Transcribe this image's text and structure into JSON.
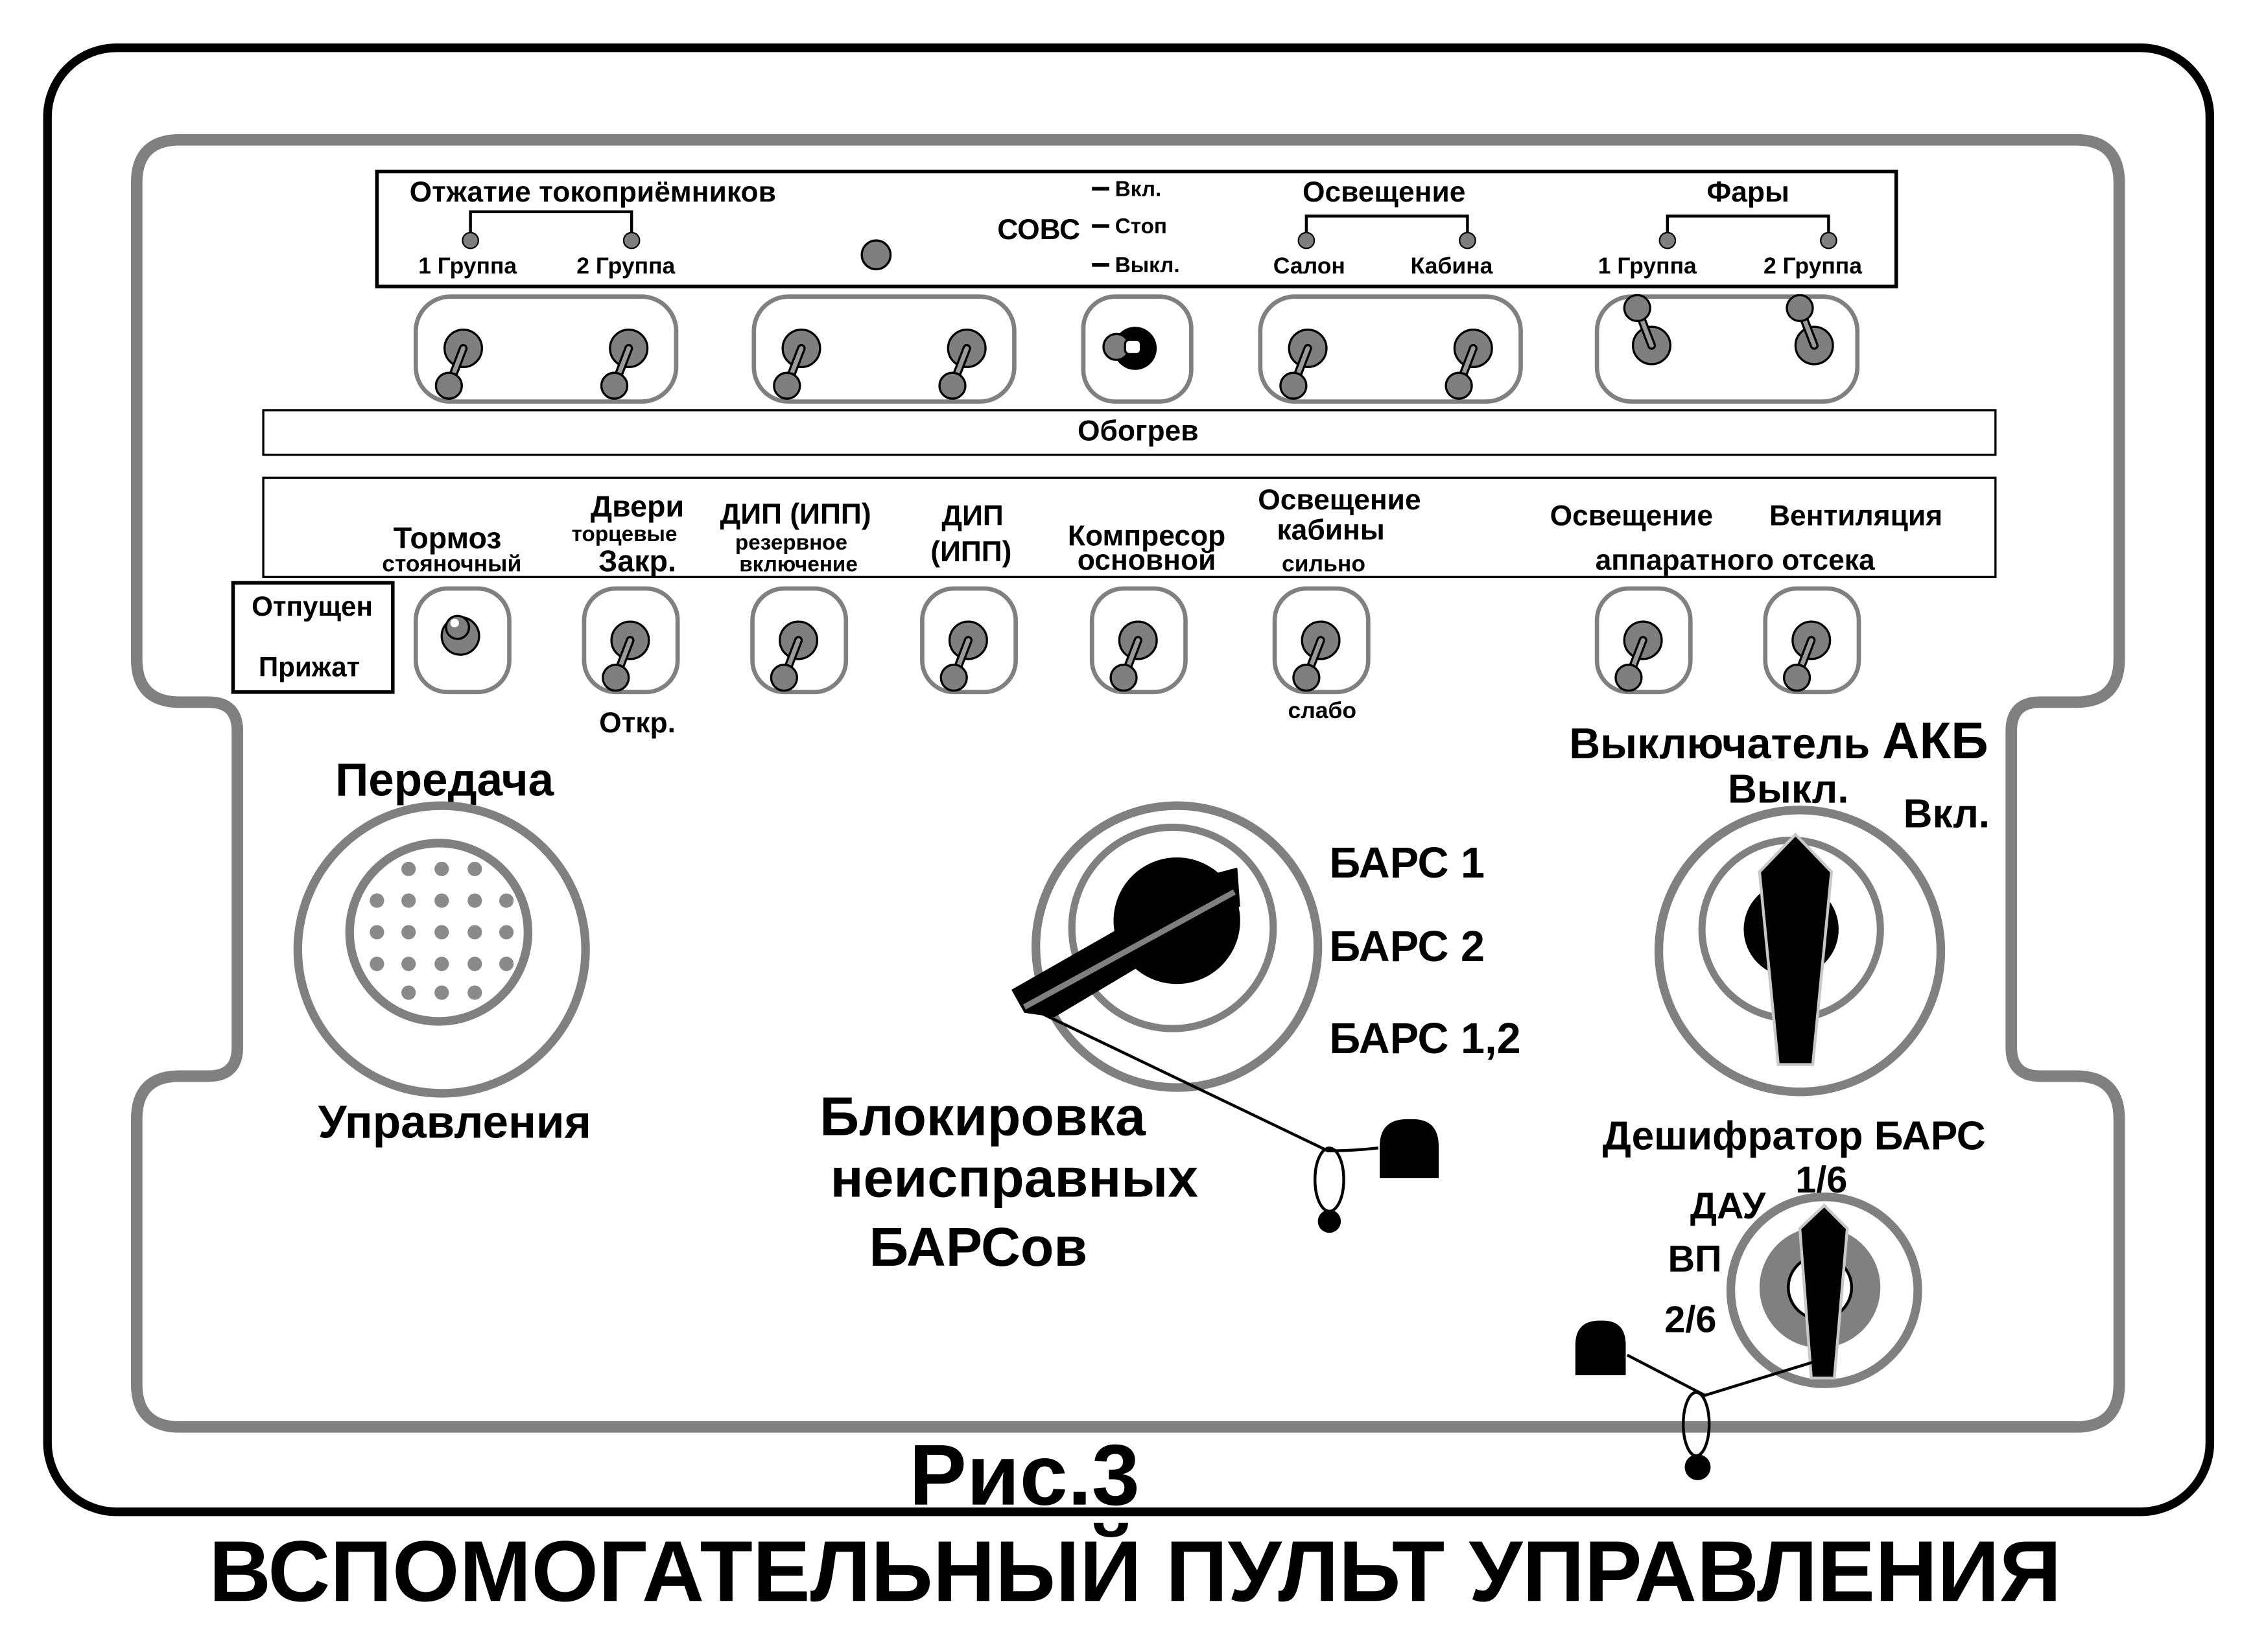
{
  "colors": {
    "outline": "#000000",
    "inner_frame": "#808080",
    "knob_grey": "#7f7f7f",
    "plate": "#ffffff",
    "black": "#000000"
  },
  "top_panel": {
    "pantograph_title": "Отжатие токоприёмников",
    "pantograph_group1": "1 Группа",
    "pantograph_group2": "2 Группа",
    "sovs_label": "СОВС",
    "sovs_on": "Вкл.",
    "sovs_stop": "Стоп",
    "sovs_off": "Выкл.",
    "lighting_title": "Освещение",
    "lighting_salon": "Салон",
    "lighting_cabin": "Кабина",
    "headlights_title": "Фары",
    "headlights_group1": "1 Группа",
    "headlights_group2": "2 Группа"
  },
  "heating_bar": "Обогрев",
  "lower_panel": {
    "brake_main": "Тормоз",
    "brake_sub": "стояночный",
    "doors_main": "Двери",
    "doors_sub": "торцевые",
    "doors_closed": "Закр.",
    "dip_reserve_main": "ДИП (ИПП)",
    "dip_reserve_sub1": "резервное",
    "dip_reserve_sub2": "включение",
    "dip_line1": "ДИП",
    "dip_line2": "(ИПП)",
    "compressor_line1": "Компресор",
    "compressor_line2": "основной",
    "cabin_light_line1": "Освещение",
    "cabin_light_line2": "кабины",
    "cabin_light_strong": "сильно",
    "compartment_light": "Освещение",
    "ventilation": "Вентиляция",
    "compartment_label": "аппаратного отсека",
    "released": "Отпущен",
    "pressed": "Прижат",
    "doors_open": "Откр.",
    "weak": "слабо"
  },
  "transmission": {
    "title": "Передача",
    "subtitle": "Управления"
  },
  "bars_switch": {
    "pos1": "БАРС 1",
    "pos2": "БАРС 2",
    "pos12": "БАРС 1,2",
    "caption_line1": "Блокировка",
    "caption_line2": "неисправных",
    "caption_line3": "БАРСов"
  },
  "battery_switch": {
    "title_prefix": "Выключатель ",
    "title_akb": "АКБ",
    "off": "Выкл.",
    "on": "Вкл."
  },
  "decoder": {
    "title": "Дешифратор БАРС",
    "pos_16": "1/6",
    "pos_dau": "ДАУ",
    "pos_vp": "ВП",
    "pos_26": "2/6"
  },
  "figure_number": "Рис.3",
  "figure_title": "ВСПОМОГАТЕЛЬНЫЙ ПУЛЬТ УПРАВЛЕНИЯ"
}
